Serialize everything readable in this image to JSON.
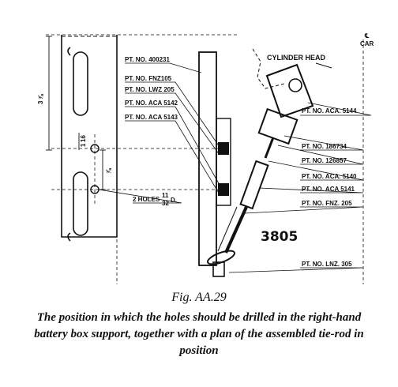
{
  "figure": {
    "labels": {
      "pt_400231": "PT. NO. 400231",
      "pt_fnz105": "PT. NO. FNZ105",
      "pt_lwz205": "PT. NO. LWZ 205",
      "pt_aca5142": "PT. NO. ACA 5142",
      "pt_aca5143": "PT. NO. ACA 5143",
      "pt_aca5144": "PT. NO. ACA. 5144",
      "pt_186734": "PT. NO. 186734",
      "pt_126857": "PT. NO. 126857",
      "pt_aca5140": "PT. NO. ACA. 5140",
      "pt_aca5141": "PT. NO. ACA 5141",
      "pt_fnz205": "PT. NO. FNZ. 205",
      "pt_lnz305": "PT. NO. LNZ. 305",
      "cylinder_head": "CYLINDER HEAD",
      "car_centerline": "CAR",
      "holes": "2 HOLES",
      "holes_dia": "D.",
      "holes_frac_num": "11",
      "holes_frac_den": "32",
      "dim_3_8": "3",
      "dim_3_8_frac": "⅞",
      "dim_11_16": "1",
      "dim_11_16_frac": "16",
      "dim_half": "⅞",
      "handwritten_number": "3805"
    }
  },
  "caption": {
    "fig_number": "Fig. AA.29",
    "text": "The position in which the holes should be drilled in the right-hand battery box support, together with a plan of the assembled tie-rod in position"
  }
}
